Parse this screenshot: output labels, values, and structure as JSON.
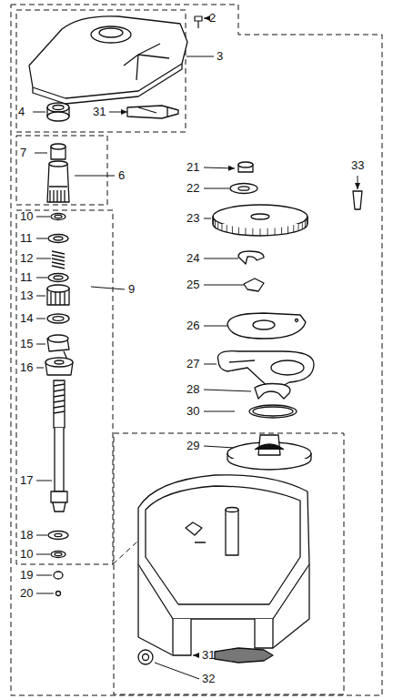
{
  "diagram": {
    "labels": [
      "2",
      "3",
      "4",
      "31",
      "7",
      "21",
      "6",
      "22",
      "33",
      "23",
      "10",
      "11",
      "12",
      "24",
      "11",
      "25",
      "9",
      "13",
      "14",
      "26",
      "15",
      "27",
      "16",
      "28",
      "30",
      "29",
      "17",
      "18",
      "10",
      "19",
      "20",
      "31",
      "32"
    ]
  }
}
